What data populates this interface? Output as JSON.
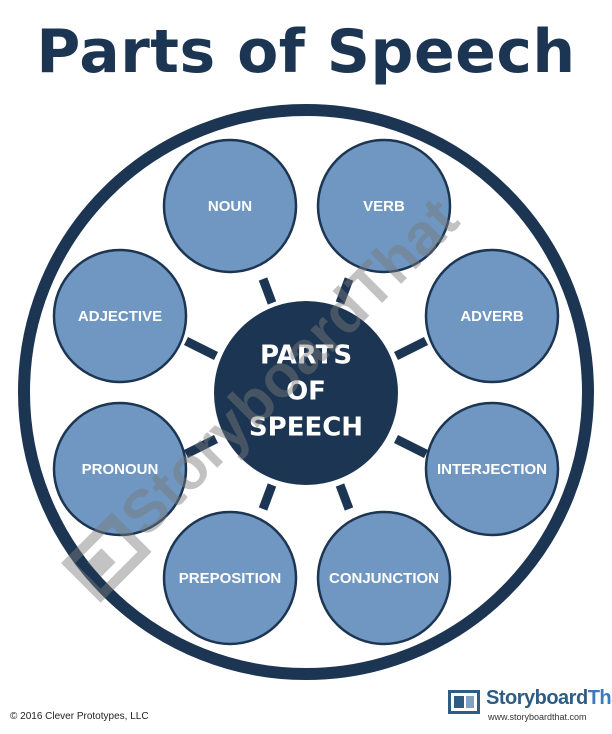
{
  "title": "Parts of Speech",
  "center": {
    "lines": [
      "PARTS",
      "OF",
      "SPEECH"
    ]
  },
  "nodes": [
    {
      "label": "NOUN"
    },
    {
      "label": "VERB"
    },
    {
      "label": "ADJECTIVE"
    },
    {
      "label": "ADVERB"
    },
    {
      "label": "PRONOUN"
    },
    {
      "label": "INTERJECTION"
    },
    {
      "label": "PREPOSITION"
    },
    {
      "label": "CONJUNCTION"
    }
  ],
  "watermark": {
    "text": "StoryboardThat"
  },
  "footer": {
    "copyright": "© 2016 Clever Prototypes, LLC"
  },
  "brand": {
    "name_bold": "Storyboard",
    "name_light": "That",
    "url": "www.storyboardthat.com"
  },
  "colors": {
    "dark_navy": "#1c3552",
    "node_fill": "#6f97c1",
    "node_stroke": "#1c3552",
    "background": "#ffffff"
  }
}
